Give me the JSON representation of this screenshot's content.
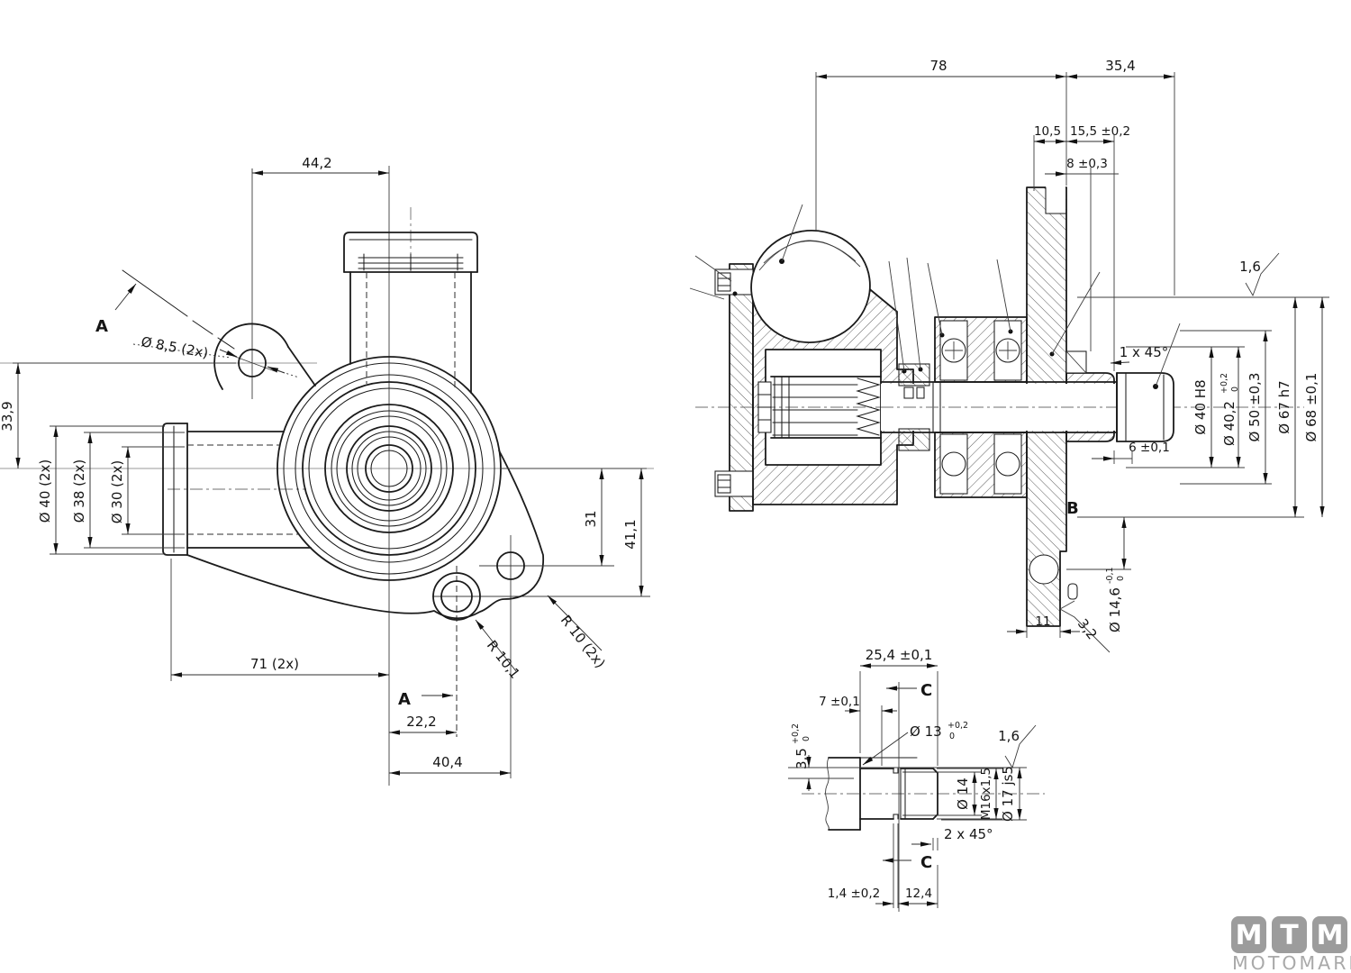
{
  "left_view": {
    "dim_top_width": "44,2",
    "section_a": "A",
    "hole_dia": "Ø 8,5  (2x)",
    "dim_height": "33,9",
    "pipe_od": "Ø 40  (2x)",
    "pipe_mid": "Ø 38  (2x)",
    "pipe_bore": "Ø 30  (2x)",
    "dim_bottom_width": "71  (2x)",
    "section_a_bottom": "A",
    "dim_offset": "22,2",
    "dim_width_2": "40,4",
    "radius_small": "R 10,1",
    "radius_holes": "R 10  (2x)",
    "dim_31": "31",
    "dim_41_1": "41,1"
  },
  "right_view": {
    "dim_78": "78",
    "dim_35_4": "35,4",
    "dim_10_5": "10,5",
    "dim_15_5": "15,5 ±0,2",
    "dim_8": "8 ±0,3",
    "roughness_1_6": "1,6",
    "chamfer": "1 x 45°",
    "dim_6": "6  ±0,1",
    "dia_40": "Ø 40 H8",
    "dia_40_2": "Ø 40,2",
    "dia_40_2_sup": "+0,2",
    "dia_40_2_sub": "0",
    "dia_50": "Ø 50 ±0,3",
    "dia_67": "Ø 67 h7",
    "dia_68": "Ø 68 ±0,1",
    "section_b": "B",
    "dim_11": "11",
    "roughness_3_2": "3,2",
    "dia_14_6": "Ø 14,6",
    "dia_14_6_sup": "-0,1",
    "dia_14_6_sub": "0"
  },
  "detail_view": {
    "dim_25_4": "25,4 ±0,1",
    "dim_7": "7 ±0,1",
    "section_c_top": "C",
    "section_c_bottom": "C",
    "dim_3_5": "3,5",
    "dim_3_5_sup": "+0,2",
    "dim_3_5_sub": "0",
    "dia_13": "Ø 13",
    "dia_13_sup": "+0,2",
    "dia_13_sub": "0",
    "roughness_1_6": "1,6",
    "dia_14": "Ø 14",
    "thread": "M16x1,5",
    "dia_17": "Ø 17 js5",
    "chamfer_2": "2  x 45°",
    "dim_1_4": "1,4 ±0,2",
    "dim_12_4": "12,4"
  },
  "logo": {
    "letters": [
      "M",
      "T",
      "M"
    ],
    "name": "MOTOMARINE"
  }
}
